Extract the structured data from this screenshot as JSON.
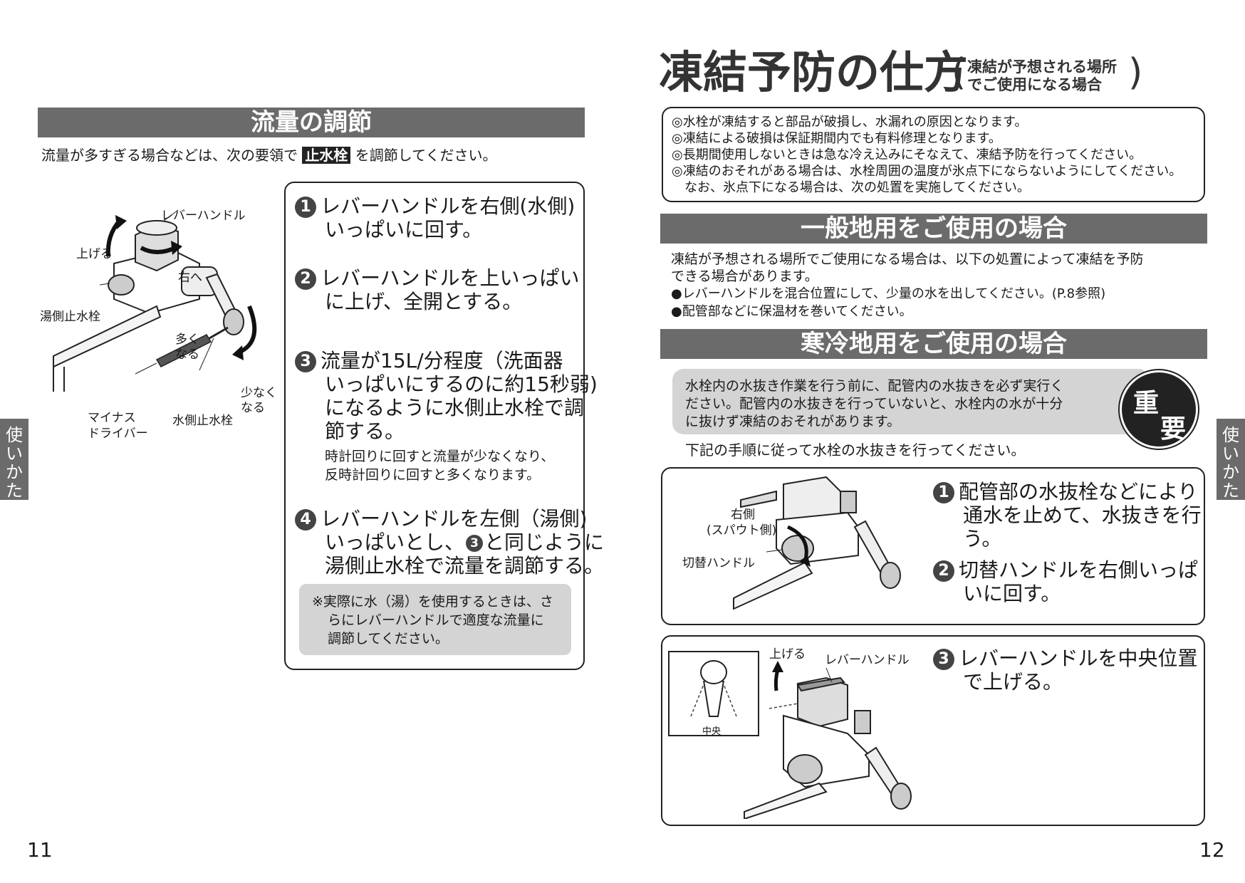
{
  "left_page": {
    "section_title": "流量の調節",
    "intro_before": "流量が多すぎる場合などは、次の要領で",
    "intro_highlight": "止水栓",
    "intro_after": "を調節してください。",
    "diagram_labels": {
      "lever_handle": "レバーハンドル",
      "raise": "上げる",
      "right": "右へ",
      "hot_valve": "湯側止水栓",
      "more_1": "多く",
      "more_2": "なる",
      "less_1": "少なく",
      "less_2": "なる",
      "screwdriver_1": "マイナス",
      "screwdriver_2": "ドライバー",
      "cold_valve": "水側止水栓"
    },
    "steps": [
      {
        "num": "1",
        "lines": [
          "レバーハンドルを右側(水側)",
          "いっぱいに回す。"
        ]
      },
      {
        "num": "2",
        "lines": [
          "レバーハンドルを上いっぱい",
          "に上げ、全開とする。"
        ]
      },
      {
        "num": "3",
        "lines": [
          "流量が15L/分程度（洗面器",
          "いっぱいにするのに約15秒弱)",
          "になるように水側止水栓で調",
          "節する。"
        ],
        "sub": [
          "時計回りに回すと流量が少なくなり、",
          "反時計回りに回すと多くなります。"
        ]
      },
      {
        "num": "4",
        "line1": "レバーハンドルを左側（湯側)",
        "line2_a": "いっぱいとし、",
        "line2_ref": "3",
        "line2_b": "と同じように",
        "line3": "湯側止水栓で流量を調節する。"
      }
    ],
    "note": [
      "※実際に水（湯）を使用するときは、さ",
      "らにレバーハンドルで適度な流量に",
      "調節してください。"
    ],
    "side_tab": [
      "使",
      "い",
      "か",
      "た"
    ],
    "page_number": "11"
  },
  "right_page": {
    "title": "凍結予防の仕方",
    "subtitle": [
      "凍結が予想される場所",
      "でご使用になる場合"
    ],
    "warnings": [
      "◎水栓が凍結すると部品が破損し、水漏れの原因となります。",
      "◎凍結による破損は保証期間内でも有料修理となります。",
      "◎長期間使用しないときは急な冷え込みにそなえて、凍結予防を行ってください。",
      "◎凍結のおそれがある場合は、水栓周囲の温度が氷点下にならないようにしてください。",
      "　なお、氷点下になる場合は、次の処置を実施してください。"
    ],
    "general": {
      "title": "一般地用をご使用の場合",
      "lines": [
        "凍結が予想される場所でご使用になる場合は、以下の処置によって凍結を予防",
        "できる場合があります。",
        "●レバーハンドルを混合位置にして、少量の水を出してください。(P.8参照)",
        "●配管部などに保温材を巻いてください。"
      ]
    },
    "cold": {
      "title": "寒冷地用をご使用の場合",
      "important_text": [
        "水栓内の水抜き作業を行う前に、配管内の水抜きを必ず実行く",
        "ださい。配管内の水抜きを行っていないと、水栓内の水が十分",
        "に抜けず凍結のおそれがあります。"
      ],
      "important_badge": [
        "重",
        "要"
      ],
      "procedure": "下記の手順に従って水栓の水抜きを行ってください。",
      "steps": [
        {
          "num": "1",
          "lines": [
            "配管部の水抜栓などにより",
            "通水を止めて、水抜きを行",
            "う。"
          ]
        },
        {
          "num": "2",
          "lines": [
            "切替ハンドルを右側いっぱ",
            "いに回す。"
          ]
        },
        {
          "num": "3",
          "lines": [
            "レバーハンドルを中央位置",
            "で上げる。"
          ]
        }
      ],
      "diagram_labels": {
        "right_side_1": "右側",
        "right_side_2": "(スパウト側)",
        "switch_handle": "切替ハンドル",
        "raise": "上げる",
        "lever_handle": "レバーハンドル",
        "center": "中央"
      }
    },
    "side_tab": [
      "使",
      "い",
      "か",
      "た"
    ],
    "page_number": "12"
  }
}
